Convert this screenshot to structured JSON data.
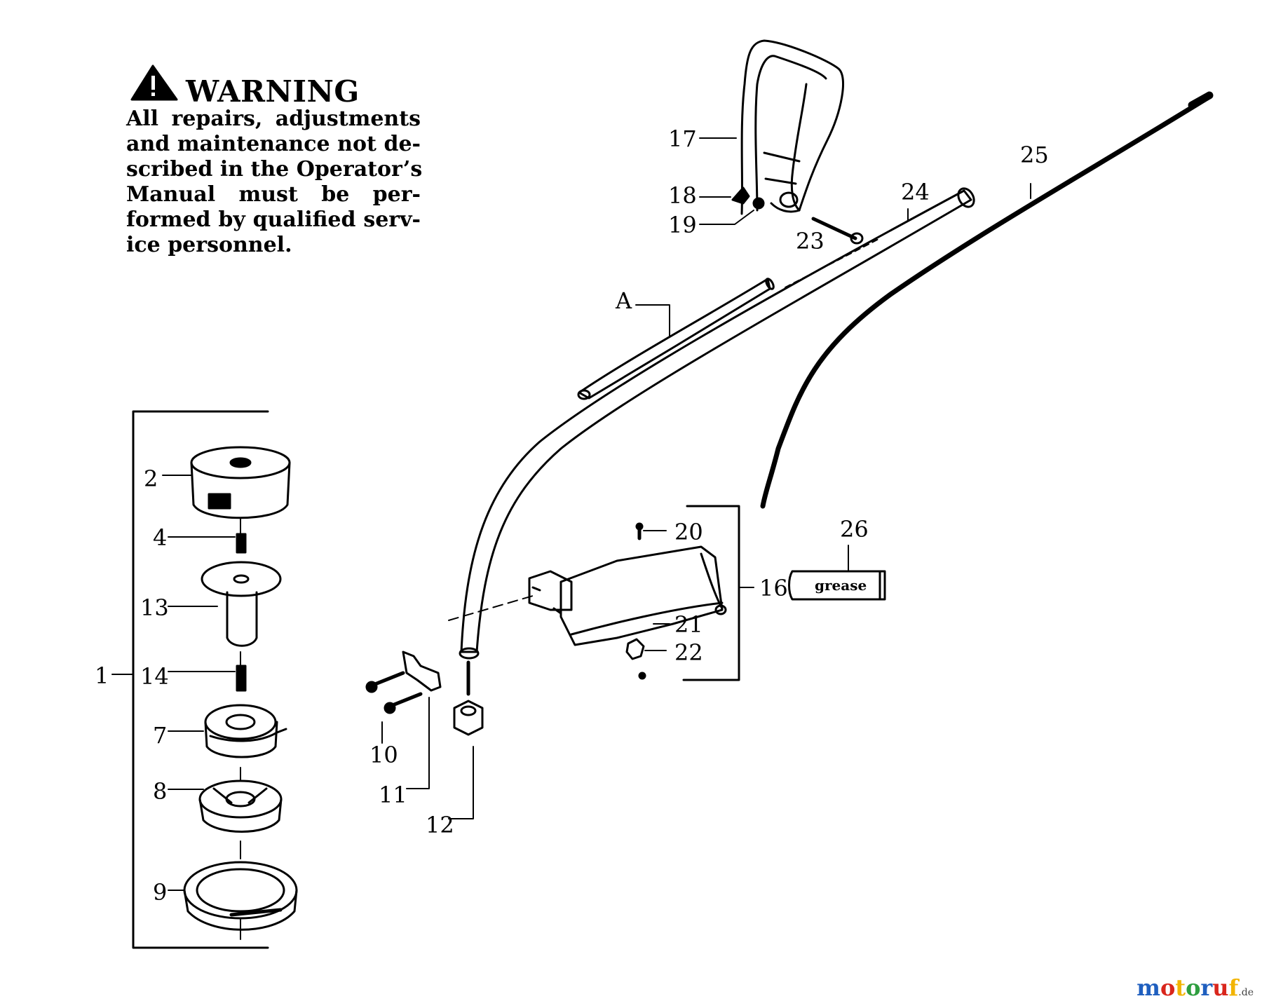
{
  "warning": {
    "title": "WARNING",
    "lines": [
      "All repairs, adjustments",
      "and maintenance not de-",
      "scribed in the Operator’s",
      "Manual must be per-",
      "formed by qualified serv-",
      "ice personnel."
    ]
  },
  "callouts": {
    "c1": "1",
    "c2": "2",
    "c4": "4",
    "c7": "7",
    "c8": "8",
    "c9": "9",
    "c10": "10",
    "c11": "11",
    "c12": "12",
    "c13": "13",
    "c14": "14",
    "c16": "16",
    "c17": "17",
    "c18": "18",
    "c19": "19",
    "c20": "20",
    "c21": "21",
    "c22": "22",
    "c23": "23",
    "c24": "24",
    "c25": "25",
    "c26": "26",
    "cA": "A"
  },
  "grease_label": "grease",
  "watermark": {
    "brand": "motoruf",
    "suffix": ".de",
    "colors": [
      "#1f5fbf",
      "#d9261c",
      "#f2b400",
      "#2e9e3f"
    ]
  }
}
